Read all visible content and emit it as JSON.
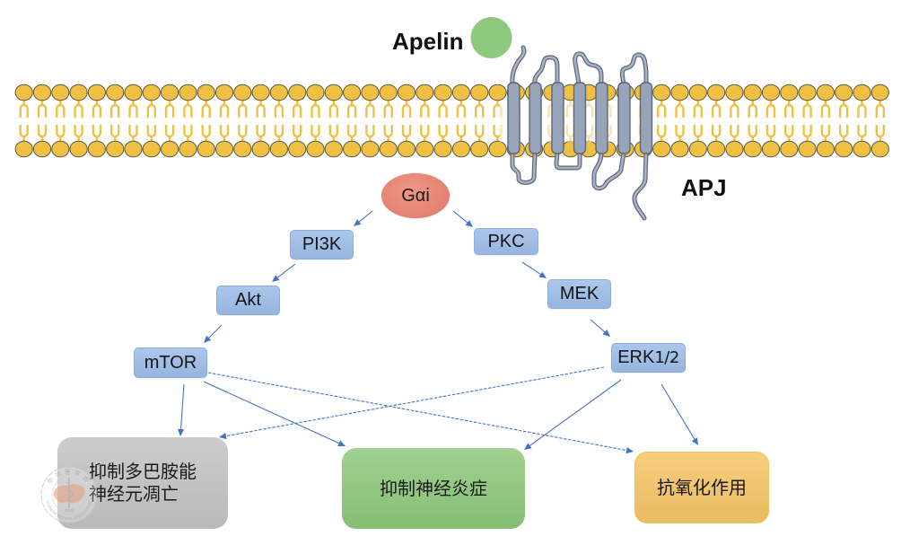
{
  "figure": {
    "ligand": {
      "label": "Apelin",
      "color": "#8FC97D"
    },
    "receptor": {
      "label": "APJ",
      "transmembrane_helices": 7,
      "color": "#97A3B9",
      "outline": "#5D6678"
    },
    "membrane": {
      "lipid_color": "#F0C043",
      "lipid_outline": "#5E5A48"
    },
    "g_protein": {
      "id": "gai",
      "label": "Gαi",
      "color": "#EC806C"
    },
    "signaling_nodes": [
      {
        "id": "pi3k",
        "label": "PI3K"
      },
      {
        "id": "akt",
        "label": "Akt"
      },
      {
        "id": "mtor",
        "label": "mTOR"
      },
      {
        "id": "pkc",
        "label": "PKC"
      },
      {
        "id": "mek",
        "label": "MEK"
      },
      {
        "id": "erk",
        "label": "ERK",
        "subscript": "1/2"
      }
    ],
    "outcomes": [
      {
        "id": "dopaminergic",
        "lines": [
          "抑制多巴胺能",
          "神经元凋亡"
        ],
        "color": "#C3C3C3"
      },
      {
        "id": "neuroinflammation",
        "label": "抑制神经炎症",
        "color": "#8DC87A"
      },
      {
        "id": "antioxidant",
        "label": "抗氧化作用",
        "color": "#F5C566"
      }
    ],
    "edges": [
      {
        "from": "gai",
        "to": "pi3k",
        "style": "solid"
      },
      {
        "from": "gai",
        "to": "pkc",
        "style": "solid"
      },
      {
        "from": "pi3k",
        "to": "akt",
        "style": "solid"
      },
      {
        "from": "pkc",
        "to": "mek",
        "style": "solid"
      },
      {
        "from": "akt",
        "to": "mtor",
        "style": "solid"
      },
      {
        "from": "mek",
        "to": "erk",
        "style": "solid"
      },
      {
        "from": "mtor",
        "to": "dopaminergic",
        "style": "solid"
      },
      {
        "from": "mtor",
        "to": "neuroinflammation",
        "style": "solid"
      },
      {
        "from": "mtor",
        "to": "antioxidant",
        "style": "dashed"
      },
      {
        "from": "erk",
        "to": "dopaminergic",
        "style": "dashed"
      },
      {
        "from": "erk",
        "to": "neuroinflammation",
        "style": "solid"
      },
      {
        "from": "erk",
        "to": "antioxidant",
        "style": "solid"
      }
    ]
  },
  "colors": {
    "arrow": "#4472C4",
    "node_fill": "#9CBCE8"
  },
  "watermark": {
    "org_cn": "中华医学会",
    "org_en": "CHINESE MEDICAL ASSOCIATION",
    "year": "1915"
  }
}
